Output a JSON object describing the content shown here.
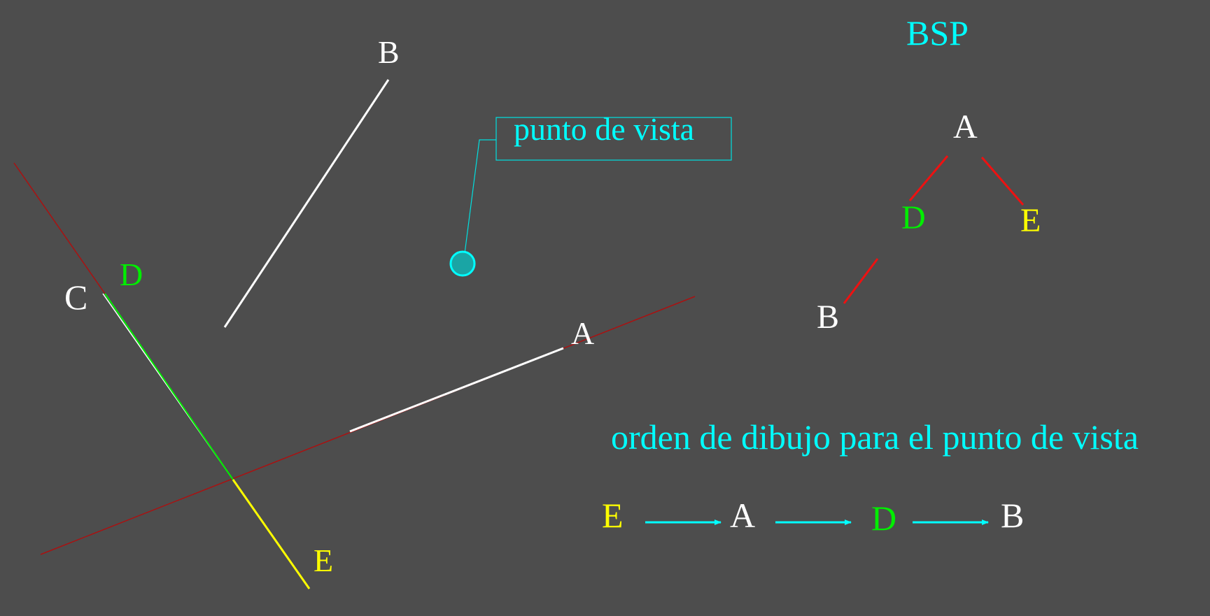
{
  "colors": {
    "background": "#4d4d4d",
    "segment_white": "#ffffff",
    "segment_green": "#00ee00",
    "segment_yellow": "#ffff00",
    "splitting_line_red": "#aa1111",
    "tree_edge_red": "#ee1111",
    "accent_cyan": "#00ffff"
  },
  "scene": {
    "labels": {
      "a": "A",
      "b": "B",
      "c": "C",
      "d": "D",
      "e": "E"
    },
    "viewpoint_callout": "punto de vista"
  },
  "bsp": {
    "title": "BSP",
    "nodes": {
      "root": "A",
      "left": "D",
      "right": "E",
      "left_left": "B"
    }
  },
  "order": {
    "heading": "orden de dibujo para el punto de vista",
    "sequence": [
      "E",
      "A",
      "D",
      "B"
    ]
  }
}
